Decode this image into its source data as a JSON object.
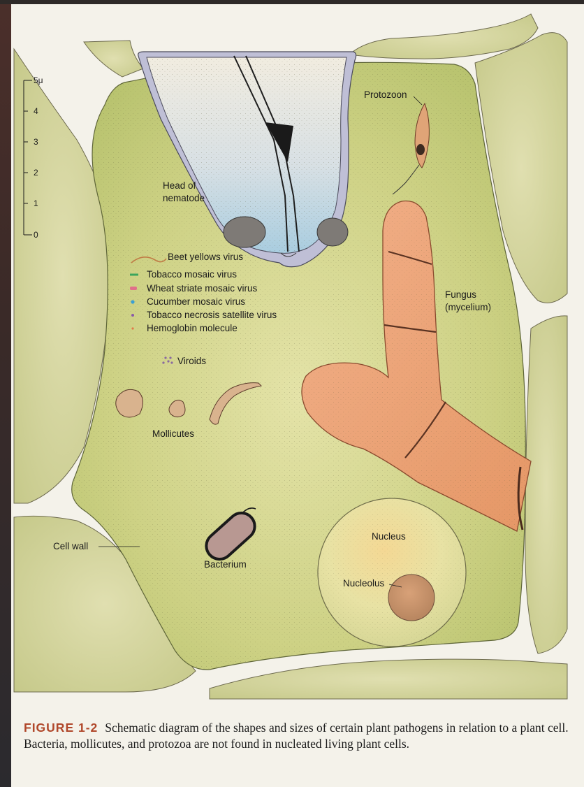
{
  "scale": {
    "ticks": [
      "5μ",
      "4",
      "3",
      "2",
      "1",
      "0"
    ]
  },
  "labels": {
    "protozoon": "Protozoon",
    "nematode": [
      "Head of",
      "nematode"
    ],
    "fungus": [
      "Fungus",
      "(mycelium)"
    ],
    "viroids": "Viroids",
    "mollicutes": "Mollicutes",
    "cell_wall": "Cell wall",
    "bacterium": "Bacterium",
    "nucleus": "Nucleus",
    "nucleolus": "Nucleolus"
  },
  "virus_legend": [
    {
      "label": "Beet yellows virus",
      "color": "#c07b45"
    },
    {
      "label": "Tobacco mosaic virus",
      "color": "#3ba55c"
    },
    {
      "label": "Wheat striate mosaic virus",
      "color": "#e0708a"
    },
    {
      "label": "Cucumber mosaic virus",
      "color": "#3a9fd4"
    },
    {
      "label": "Tobacco necrosis satellite virus",
      "color": "#8a5aa8"
    },
    {
      "label": "Hemoglobin molecule",
      "color": "#e07a4a"
    }
  ],
  "caption": {
    "figure_label": "FIGURE 1-2",
    "text": "Schematic diagram of the shapes and sizes of certain plant pathogens in relation to a plant cell. Bacteria, mollicutes, and protozoa are not found in nucleated living plant cells."
  },
  "colors": {
    "cytoplasm": "#c4cb7a",
    "cell_wall": "#ffffff",
    "neighbor_cell": "#d3d49a",
    "fungus": "#eaa27a",
    "nucleus": "#e6df9c",
    "nucleolus": "#c9966c",
    "caption_accent": "#b0472a"
  }
}
